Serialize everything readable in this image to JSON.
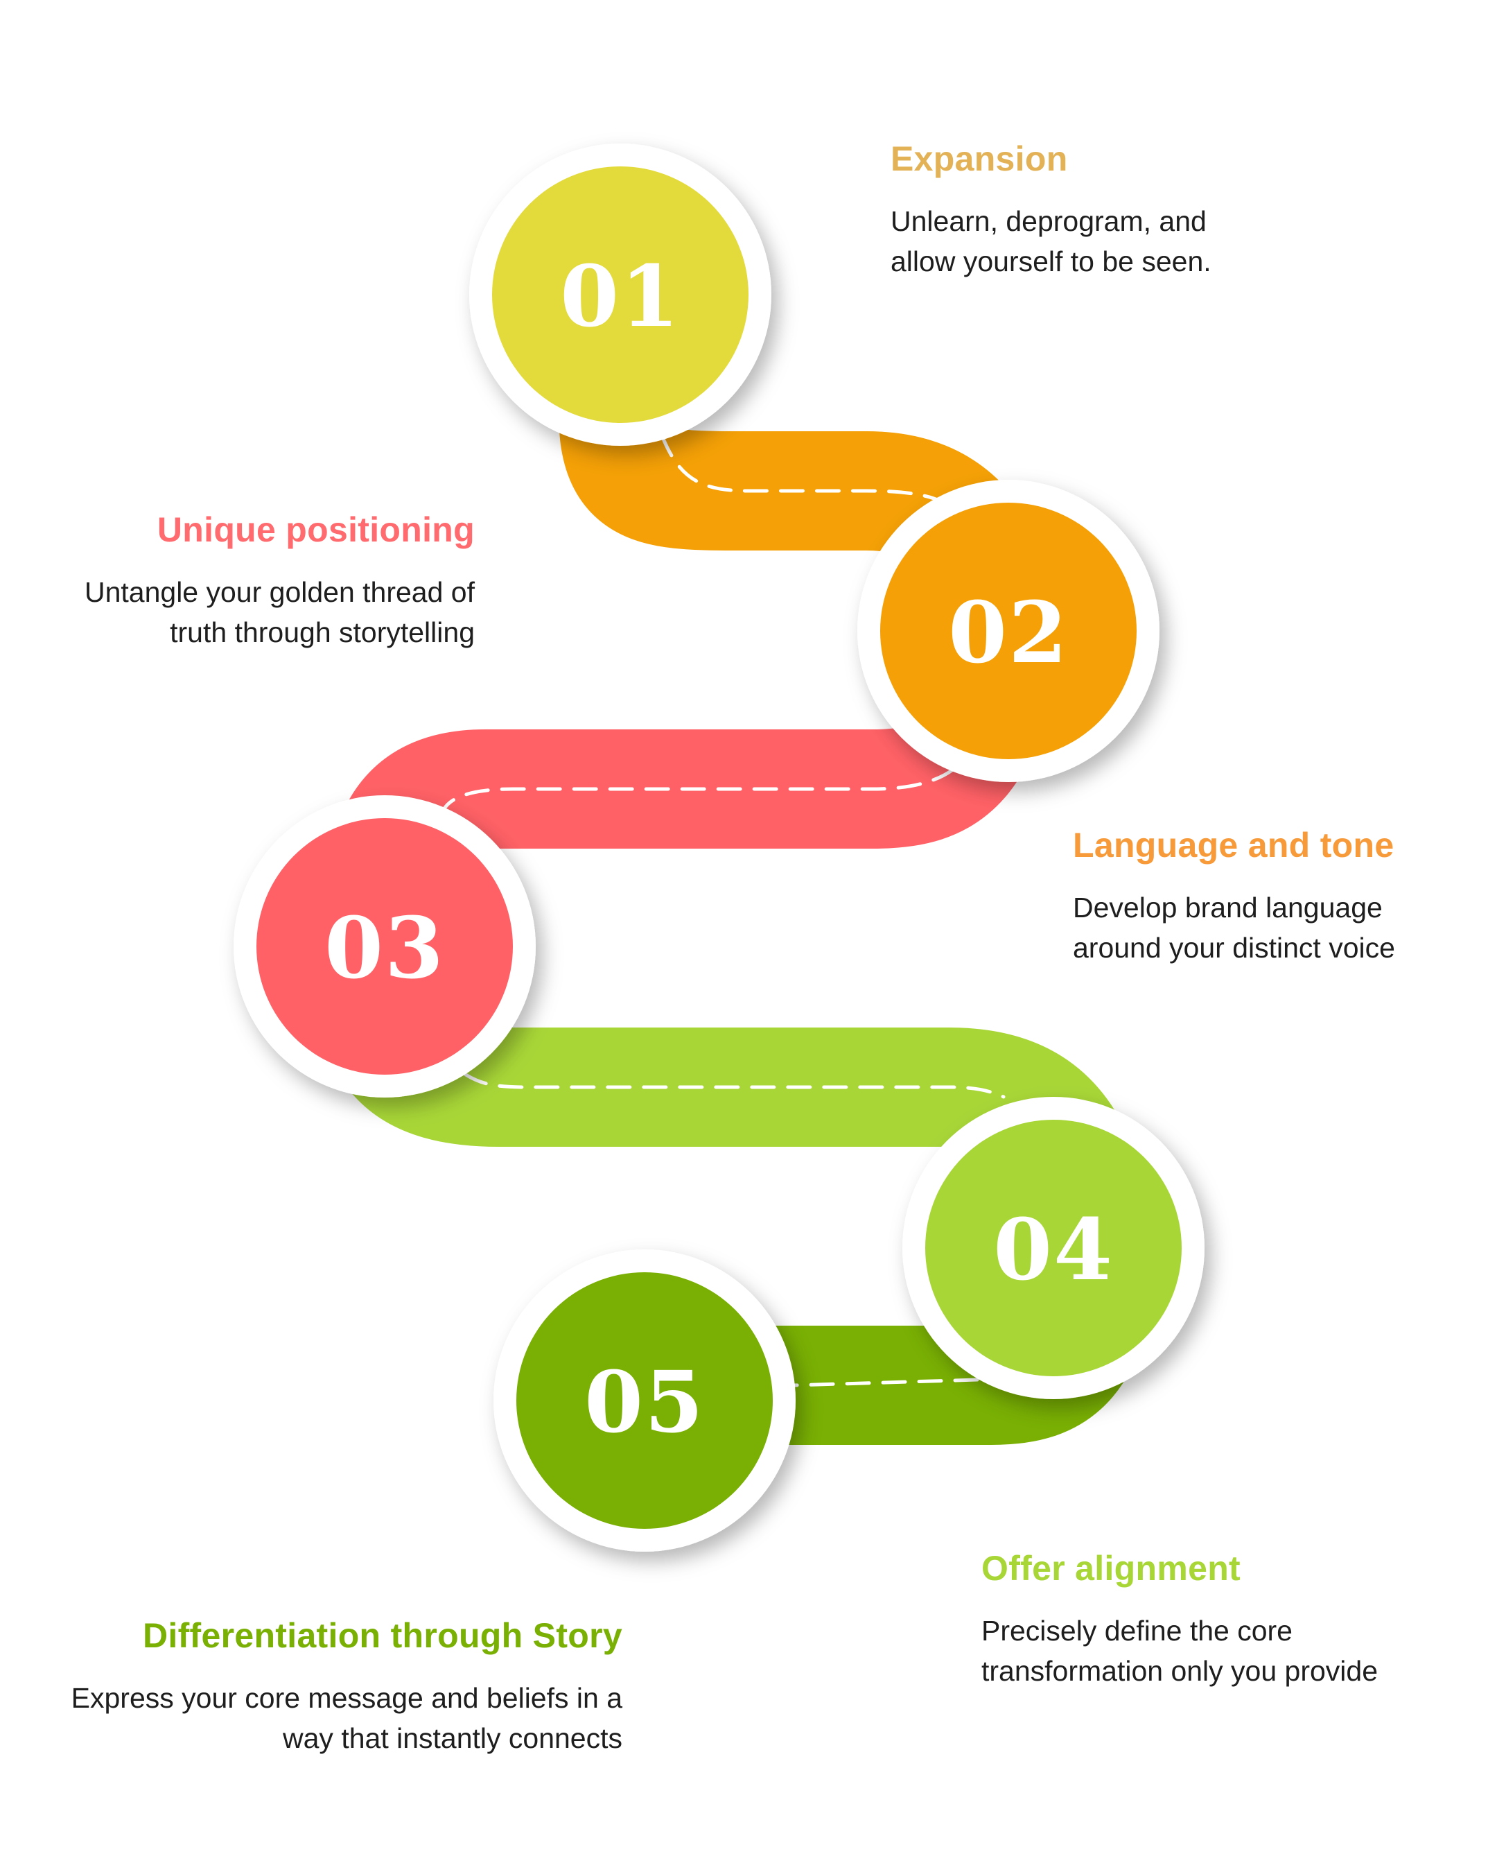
{
  "steps": [
    {
      "number": "01",
      "title": "Expansion",
      "description": "Unlearn, deprogram, and allow yourself to be seen.",
      "color": "#E3DA3C",
      "title_color": "#E3B256"
    },
    {
      "number": "02",
      "title": "Unique positioning",
      "description": "Untangle your golden thread of truth through storytelling",
      "color": "#F4A006",
      "title_color": "#FF6B6E"
    },
    {
      "number": "03",
      "title": "Language and tone",
      "description": "Develop brand language around your distinct voice",
      "color": "#FF6166",
      "title_color": "#F79A3A"
    },
    {
      "number": "04",
      "title": "Offer alignment",
      "description": "Precisely define the core transformation only you provide",
      "color": "#A8D637",
      "title_color": "#A8D637"
    },
    {
      "number": "05",
      "title": "Differentiation through Story",
      "description": "Express your core message and beliefs in a way that instantly connects",
      "color": "#79B003",
      "title_color": "#79B003"
    }
  ],
  "background_color": "#FFFFFF"
}
